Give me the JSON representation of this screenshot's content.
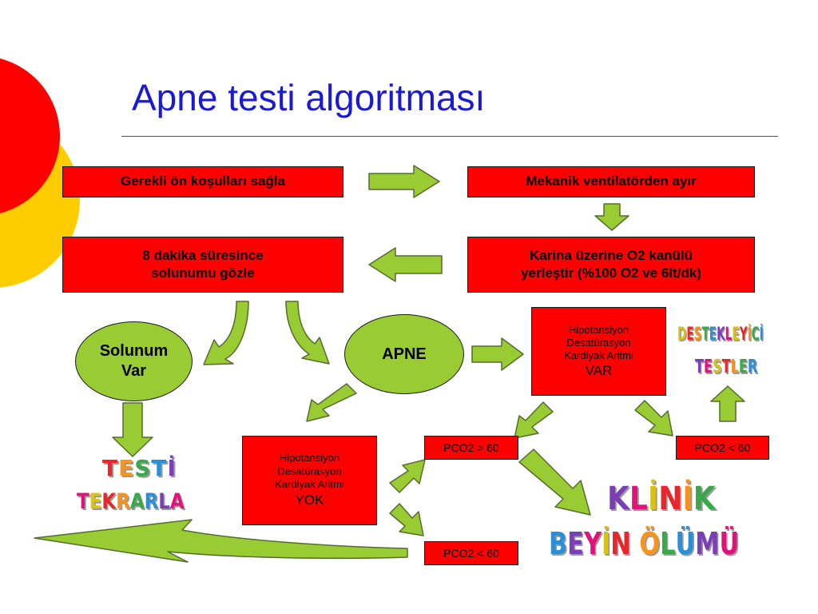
{
  "title": "Apne testi algoritması",
  "boxes": {
    "preconditions": "Gerekli ön koşulları sağla",
    "disconnect_ventilator": "Mekanik ventilatörden ayır",
    "place_o2_line1": "Karina üzerine O2 kanülü",
    "place_o2_line2": "yerleştir (%100 O2 ve 6lt/dk)",
    "observe_line1": "8 dakika süresince",
    "observe_line2": "solunumu gözle",
    "complications_present_line1": "Hipotansiyon",
    "complications_present_line2": "Desatürasyon",
    "complications_present_line3": "Kardiyak Aritmi",
    "complications_present_line4": "VAR",
    "complications_absent_line1": "Hipotansiyon",
    "complications_absent_line2": "Desatürasyon",
    "complications_absent_line3": "Kardiyak Aritmi",
    "complications_absent_line4": "YOK",
    "pco2_high": "PCO2 > 60",
    "pco2_low_top": "PCO2 < 60",
    "pco2_low_bottom": "PCO2 < 60"
  },
  "ovals": {
    "breathing_line1": "Solunum",
    "breathing_line2": "Var",
    "apnea": "APNE"
  },
  "wordart": {
    "repeat_line1": "TESTİ",
    "repeat_line2": "TEKRARLA",
    "support_line1": "DESTEKLEYİCİ",
    "support_line2": "TESTLER",
    "clinical_line1": "KLİNİK",
    "clinical_line2": "BEYİN ÖLÜMÜ"
  },
  "colors": {
    "title": "#1a1ad6",
    "box_fill": "#ff0000",
    "oval_fill": "#99cc33",
    "arrow_fill": "#99cc33",
    "decor_red": "#ff0000",
    "decor_yellow": "#ffcc00",
    "wordart_palette": [
      "#e8262b",
      "#f7941d",
      "#3aa84a",
      "#2c8fd6",
      "#7b3fb5",
      "#e0137d",
      "#d8c21a"
    ]
  }
}
